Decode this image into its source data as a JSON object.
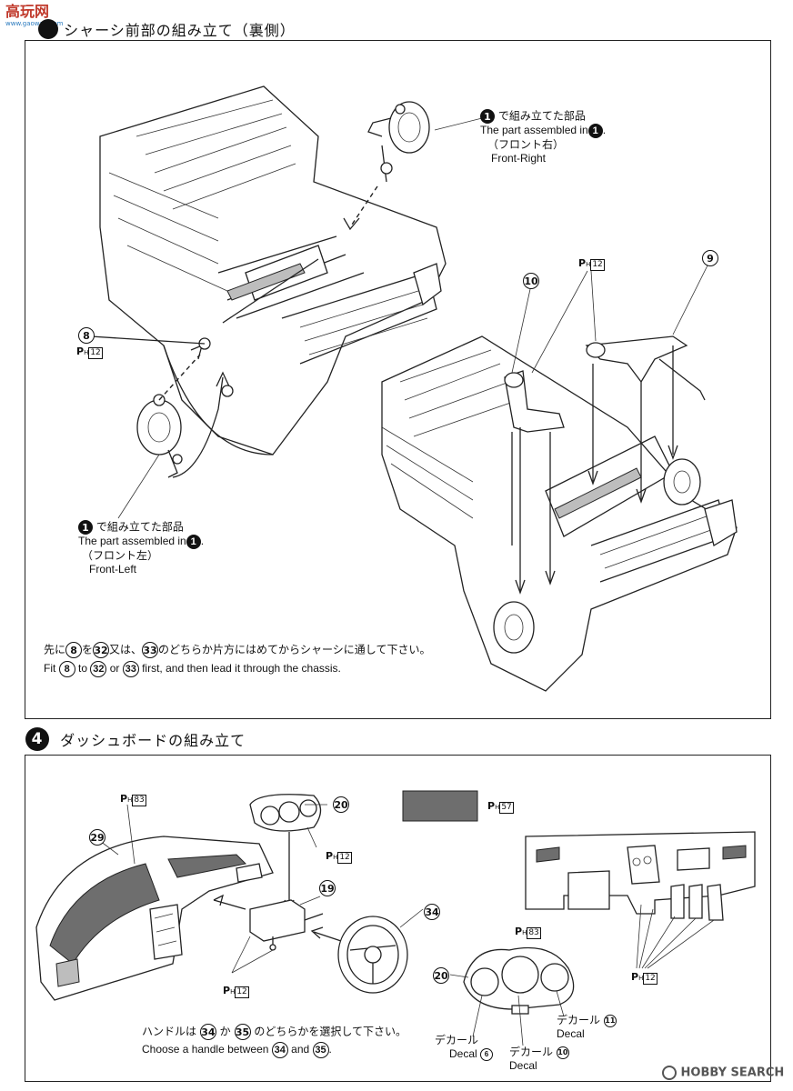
{
  "watermark_top": {
    "text": "高玩网",
    "sub": "www.gaowan.com"
  },
  "step3": {
    "title": "シャーシ前部の組み立て（裏側）",
    "note_right": {
      "num": "1",
      "jp": "で組み立てた部品",
      "en": "The part assembled in",
      "jp_sub": "（フロント右）",
      "en_sub": "Front-Right"
    },
    "note_left": {
      "num": "1",
      "jp": "で組み立てた部品",
      "en": "The part assembled in",
      "jp_sub": "（フロント左）",
      "en_sub": "Front-Left"
    },
    "callouts": {
      "p8": "8",
      "p10": "10",
      "p9": "9"
    },
    "ph_8": {
      "p": "P",
      "h": "H",
      "n": "12"
    },
    "ph_top": {
      "p": "P",
      "h": "H",
      "n": "12"
    },
    "instr_jp": {
      "a": "先に",
      "p8": "8",
      "b": "を",
      "p32": "32",
      "c": "又は、",
      "p33": "33",
      "d": "のどちらか片方にはめてからシャーシに通して下さい。"
    },
    "instr_en": {
      "a": "Fit",
      "p8": "8",
      "b": "to",
      "p32": "32",
      "c": "or",
      "p33": "33",
      "d": "first, and then lead it through the chassis."
    }
  },
  "step4": {
    "num": "4",
    "title": "ダッシュボードの組み立て",
    "callouts": {
      "p29": "29",
      "p20a": "20",
      "p19": "19",
      "p34": "34",
      "p20b": "20"
    },
    "ph_83a": {
      "p": "P",
      "h": "H",
      "n": "83"
    },
    "ph_12a": {
      "p": "P",
      "h": "H",
      "n": "12"
    },
    "ph_57": {
      "p": "P",
      "h": "H",
      "n": "57"
    },
    "ph_83b": {
      "p": "P",
      "h": "H",
      "n": "83"
    },
    "ph_12b": {
      "p": "P",
      "h": "H",
      "n": "12"
    },
    "ph_12c": {
      "p": "P",
      "h": "H",
      "n": "12"
    },
    "swatch_color": "#6e6e6e",
    "decals": [
      {
        "jp": "デカール",
        "en": "Decal",
        "num": "6"
      },
      {
        "jp": "デカール",
        "en": "Decal",
        "num": "10"
      },
      {
        "jp": "デカール",
        "en": "Decal",
        "num": "11"
      }
    ],
    "handle_jp": {
      "a": "ハンドルは",
      "p34": "34",
      "b": "か",
      "p35": "35",
      "c": "のどちらかを選択して下さい。"
    },
    "handle_en": {
      "a": "Choose a handle between",
      "p34": "34",
      "b": "and",
      "p35": "35",
      "c": "."
    }
  },
  "footer": {
    "brand": "HOBBY SEARCH"
  }
}
